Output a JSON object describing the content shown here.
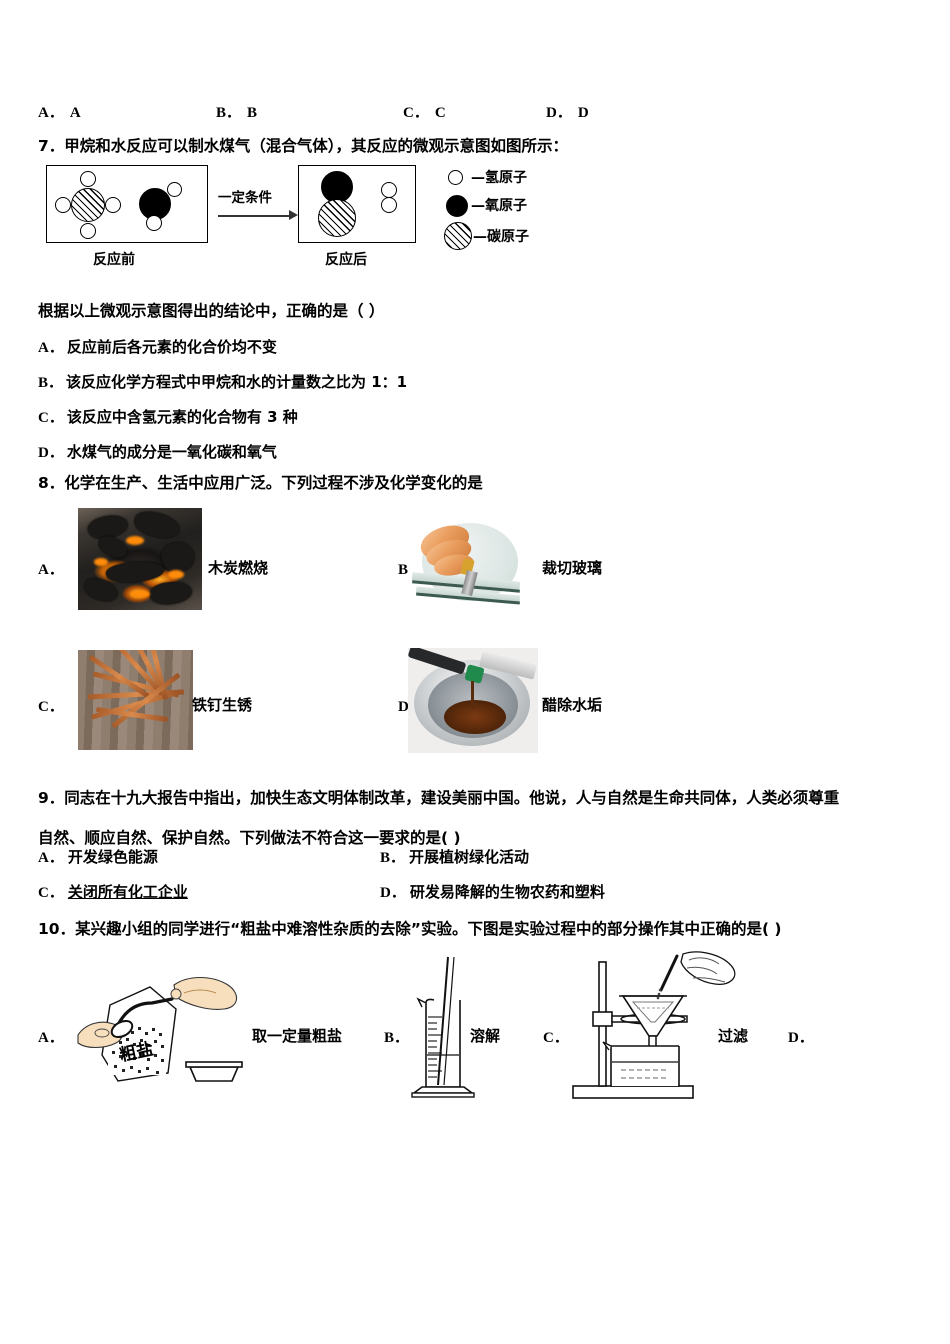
{
  "top_choices": [
    {
      "letter": "A．",
      "text": "A"
    },
    {
      "letter": "B．",
      "text": "B"
    },
    {
      "letter": "C．",
      "text": "C"
    },
    {
      "letter": "D．",
      "text": "D"
    }
  ],
  "q7": {
    "stem": "7．甲烷和水反应可以制水煤气（混合气体），其反应的微观示意图如图所示：",
    "diagram": {
      "condition_label": "一定条件",
      "caption_before": "反应前",
      "caption_after": "反应后",
      "legend": [
        {
          "symbol": "white-circle",
          "label": "—氢原子"
        },
        {
          "symbol": "black-circle",
          "label": "—氧原子"
        },
        {
          "symbol": "hatched-circle",
          "label": "—碳原子"
        }
      ]
    },
    "ask": "根据以上微观示意图得出的结论中，正确的是（  ）",
    "options": [
      {
        "letter": "A．",
        "text": "反应前后各元素的化合价均不变"
      },
      {
        "letter": "B．",
        "text": "该反应化学方程式中甲烷和水的计量数之比为 1：1"
      },
      {
        "letter": "C．",
        "text": "该反应中含氢元素的化合物有 3 种"
      },
      {
        "letter": "D．",
        "text": "水煤气的成分是一氧化碳和氧气"
      }
    ]
  },
  "q8": {
    "stem": "8．化学在生产、生活中应用广泛。下列过程不涉及化学变化的是",
    "options": [
      {
        "letter": "A．",
        "label": "木炭燃烧",
        "image": "burning-charcoal-photo"
      },
      {
        "letter": "B．",
        "label": "裁切玻璃",
        "image": "glass-cutting-photo"
      },
      {
        "letter": "C．",
        "label": "铁钉生锈",
        "image": "rusty-nails-photo"
      },
      {
        "letter": "D．",
        "label": "醋除水垢",
        "image": "vinegar-descaling-photo"
      }
    ]
  },
  "q9": {
    "line1": "9．同志在十九大报告中指出，加快生态文明体制改革，建设美丽中国。他说，人与自然是生命共同体，人类必须尊重",
    "line2": "自然、顺应自然、保护自然。下列做法不符合这一要求的是(  )",
    "options": [
      {
        "letter": "A．",
        "text": "开发绿色能源",
        "underlined": false
      },
      {
        "letter": "B．",
        "text": "开展植树绿化活动",
        "underlined": false
      },
      {
        "letter": "C．",
        "text": "关闭所有化工企业",
        "underlined": true
      },
      {
        "letter": "D．",
        "text": "研发易降解的生物农药和塑料",
        "underlined": false
      }
    ]
  },
  "q10": {
    "stem": "10．某兴趣小组的同学进行“粗盐中难溶性杂质的去除”实验。下图是实验过程中的部分操作其中正确的是(  )",
    "options": [
      {
        "letter": "A．",
        "label": "取一定量粗盐",
        "image": "weighing-coarse-salt-diagram"
      },
      {
        "letter": "B．",
        "label": "溶解",
        "image": "graduated-cylinder-stirring-diagram"
      },
      {
        "letter": "C．",
        "label": "过滤",
        "image": "filtration-funnel-diagram"
      },
      {
        "letter": "D．",
        "label": "",
        "image": ""
      }
    ]
  }
}
